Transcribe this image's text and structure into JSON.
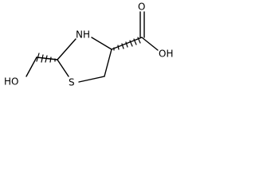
{
  "molecule": {
    "atoms": {
      "ring_nitrogen": "NH",
      "ring_sulfur": "S",
      "carbonyl_oxygen": "O",
      "acid_hydroxyl": "OH",
      "alcohol_hydroxyl": "HO"
    }
  },
  "colors": {
    "ink": "#000000",
    "background": "#ffffff"
  }
}
